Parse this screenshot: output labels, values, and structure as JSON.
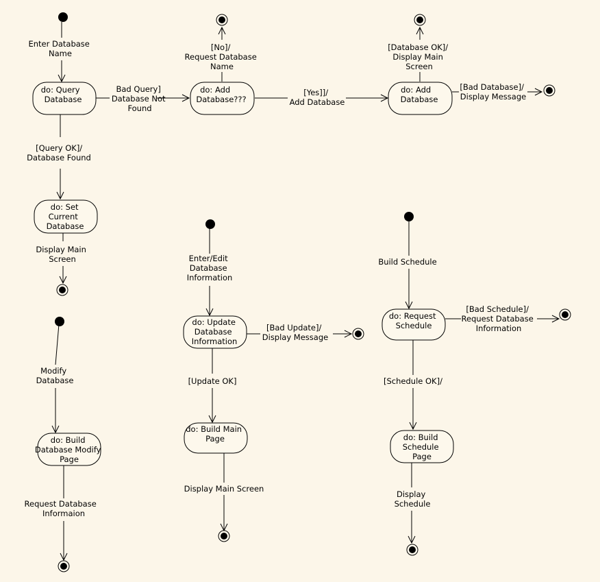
{
  "states": {
    "query_db": [
      "do: Query",
      "Database"
    ],
    "add_db_q": [
      "do:  Add",
      "Database???"
    ],
    "add_db": [
      "do:  Add",
      "Database"
    ],
    "set_db": [
      "do:  Set",
      "Current",
      "Database"
    ],
    "update_db": [
      "do:  Update",
      "Database",
      "Information"
    ],
    "request_sched": [
      "do:  Request",
      "Schedule"
    ],
    "build_modify": [
      "do:  Build",
      "Database Modify",
      "Page"
    ],
    "build_main": [
      "do:  Build Main",
      "Page"
    ],
    "build_sched": [
      "do:  Build",
      "Schedule",
      "Page"
    ]
  },
  "transitions": {
    "enter_db_name": [
      "Enter Database",
      "Name"
    ],
    "bad_query": [
      "Bad Query]",
      "Database Not",
      "Found"
    ],
    "no_request": [
      "[No]/",
      "Request Database",
      "Name"
    ],
    "yes_add": [
      "[Yes]]/",
      "Add Database"
    ],
    "db_ok": [
      "[Database OK]/",
      "Display Main",
      "Screen"
    ],
    "bad_db": [
      "[Bad Database]/",
      "Display Message"
    ],
    "query_ok": [
      "[Query OK]/",
      "Database Found"
    ],
    "display_main_1": [
      "Display Main",
      "Screen"
    ],
    "enter_edit": [
      "Enter/Edit",
      "Database",
      "Information"
    ],
    "bad_update": [
      "[Bad Update]/",
      "Display Message"
    ],
    "update_ok": [
      "[Update OK]"
    ],
    "display_main_2": [
      "Display Main Screen"
    ],
    "build_schedule": [
      "Build Schedule"
    ],
    "bad_schedule": [
      "[Bad Schedule]/",
      "Request Database",
      "Information"
    ],
    "schedule_ok": [
      "[Schedule OK]/"
    ],
    "display_schedule": [
      "Display",
      "Schedule"
    ],
    "modify_db": [
      "Modify",
      "Database"
    ],
    "request_info": [
      "Request Database",
      "Informaion"
    ]
  }
}
